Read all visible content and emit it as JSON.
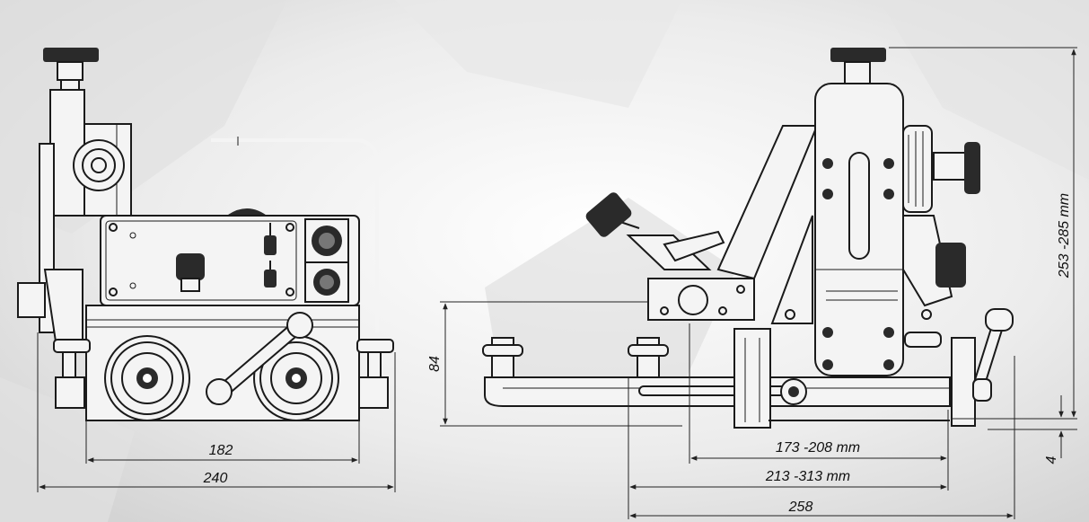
{
  "colors": {
    "line": "#1a1a1a",
    "background": "#ffffff",
    "shadow": "#d8d8d8"
  },
  "icons": {
    "front_view": "welding-carriage-front-view-icon",
    "side_view": "welding-carriage-side-view-icon"
  },
  "dimensions": {
    "front_inner_width": "182",
    "front_overall_width": "240",
    "side_height": "84",
    "side_range_short": "173 -208 mm",
    "side_range_long": "213 -313 mm",
    "side_overall_length": "258",
    "side_overall_height": "253 -285 mm",
    "side_clearance": "4"
  }
}
